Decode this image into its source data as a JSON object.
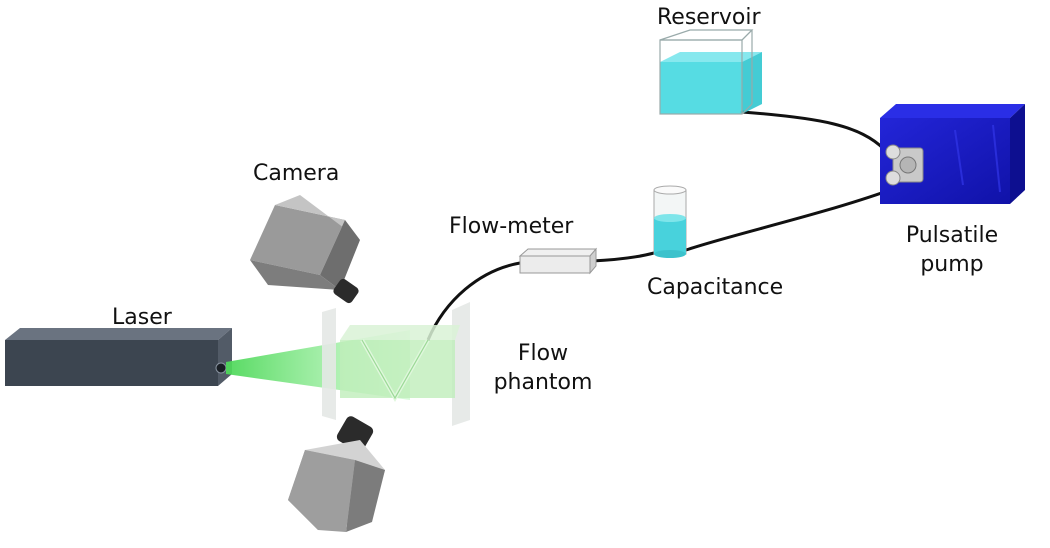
{
  "labels": {
    "reservoir": "Reservoir",
    "camera": "Camera",
    "flow_meter": "Flow-meter",
    "pulsatile_pump_line1": "Pulsatile",
    "pulsatile_pump_line2": "pump",
    "capacitance": "Capacitance",
    "laser": "Laser",
    "flow_phantom_line1": "Flow",
    "flow_phantom_line2": "phantom"
  },
  "colors": {
    "pump": "#1a1ccc",
    "water": "#44d8e0",
    "laser_beam": "#5fe36a",
    "laser_body": "#3c4550",
    "camera_body": "#8a8a8a",
    "tubing": "#111111"
  },
  "icons": {
    "reservoir": "reservoir-tank-icon",
    "pump": "pulsatile-pump-icon",
    "camera": "camera-icon",
    "laser": "laser-icon",
    "flow_meter": "flow-meter-icon",
    "capacitance": "capacitance-cylinder-icon",
    "phantom": "flow-phantom-icon"
  }
}
